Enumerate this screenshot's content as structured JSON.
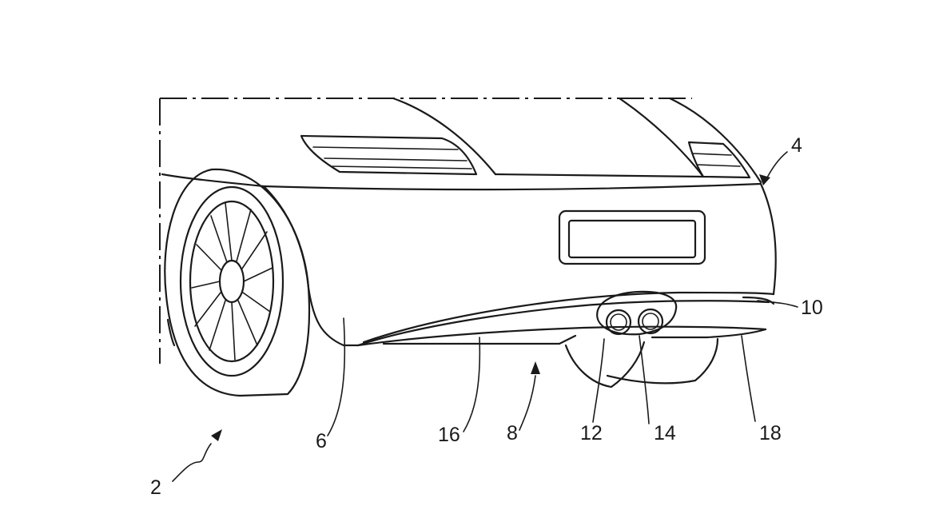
{
  "figure": {
    "reference_numerals": {
      "vehicle": "2",
      "rear_end": "4",
      "rear_apron_side": "6",
      "diffuser_assembly": "8",
      "rear_apron_lower_edge": "10",
      "tailpipe_left": "12",
      "tailpipe_right": "14",
      "diffuser_left": "16",
      "diffuser_right": "18"
    }
  }
}
